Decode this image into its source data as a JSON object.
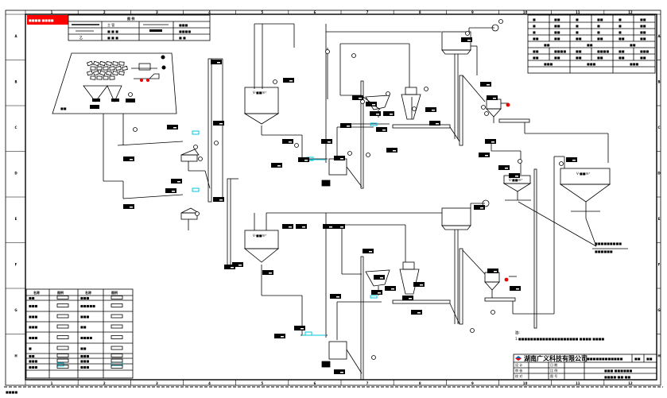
{
  "drawing": {
    "title": "工艺流程图",
    "company": "湖南广义科技有限公司",
    "revision_stamp": "■■■■ ■■■■",
    "notes_header": "注:",
    "notes_text": "1.■■■■■■■■■■■■■■■■■■■■ ■■■■ ■■■■",
    "footer_left_code": "■■■■",
    "title_block": {
      "project": "■■■■■■■■■■■■",
      "drawing_name": "■■■ ■■■■■■",
      "drawing_no": "■■■■-■■-■■",
      "scale": "■■",
      "sheet": "■■",
      "rows": [
        {
          "label": "设 计",
          "value": ""
        },
        {
          "label": "审 核",
          "value": ""
        },
        {
          "label": "校 对",
          "value": ""
        }
      ],
      "rows_right": [
        {
          "label": "日 期",
          "value": ""
        },
        {
          "label": "比 例",
          "value": ""
        },
        {
          "label": "图 号",
          "value": ""
        }
      ]
    }
  },
  "grid": {
    "columns": [
      "1",
      "2",
      "3",
      "4",
      "5",
      "6",
      "7",
      "8",
      "9",
      "10",
      "11",
      "12"
    ],
    "rows": [
      "A",
      "B",
      "C",
      "D",
      "E",
      "F",
      "G",
      "H"
    ]
  },
  "legend_top": {
    "header": "图 例",
    "rows": [
      [
        "——",
        "主 管",
        "——",
        "■■■"
      ],
      [
        "——",
        "■ ■ ■",
        "——",
        "■■■■"
      ],
      [
        "■",
        "■ ■ ■",
        "■",
        "■ ■"
      ],
      [
        "",
        "",
        "■",
        "■ ■"
      ]
    ]
  },
  "spec_table": {
    "rows": [
      [
        "■",
        "■■",
        "■",
        "■■",
        "■",
        "■■"
      ],
      [
        "■",
        "■■",
        "■",
        "■",
        "■",
        "■■"
      ],
      [
        "■",
        "■■",
        "■",
        "■",
        "■",
        "■■"
      ],
      [
        "■■",
        "■■",
        "■■",
        "■■",
        "■■",
        "■■"
      ]
    ],
    "groups": [
      "■■",
      "■■",
      "■■"
    ],
    "rows2": [
      [
        "■■",
        "■■■■",
        "■■",
        "■■■■",
        "■■",
        "■■■"
      ],
      [
        "■■",
        "■■",
        "■■",
        "■■",
        "■■",
        "■■"
      ]
    ],
    "footer": [
      "■■■",
      "■■■",
      "■■■"
    ]
  },
  "equipment_legend": {
    "headers": [
      "名称",
      "图例",
      "名称",
      "图例"
    ],
    "items": [
      {
        "name": "■■",
        "name2": "■■■"
      },
      {
        "name": "■■■",
        "name2": "■■■■■"
      },
      {
        "name": "■■■",
        "name2": "■■■"
      },
      {
        "name": "■■■",
        "name2": "■■"
      },
      {
        "name": "■■■",
        "name2": "■■■■"
      },
      {
        "name": "■",
        "name2": "■■"
      },
      {
        "name": "■■",
        "name2": "■■■"
      },
      {
        "name": "■■■",
        "name2": "■■■"
      },
      {
        "name": "■■■",
        "name2": "■■■"
      }
    ]
  },
  "vessels": {
    "silo1": "V-■■m³",
    "silo2": "V-■■m³",
    "tank_top": "",
    "tank_right_small": "V-■■m³",
    "tank_right_big": "V-■■m³",
    "yard": "■■"
  },
  "outlet_label": [
    "■■■■■■■■■",
    "■■■■■■"
  ],
  "colors": {
    "stamp": "#ff0000",
    "line": "#000000",
    "cyan_scale": "#00c8e0",
    "logo": "#1a5fb4"
  }
}
